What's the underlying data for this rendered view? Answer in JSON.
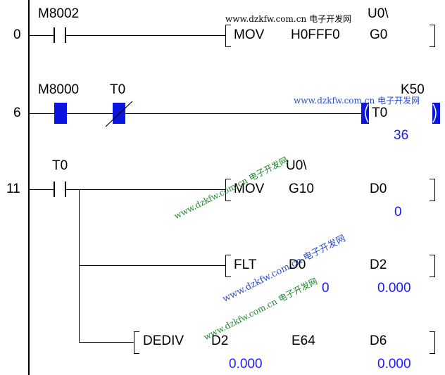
{
  "rungs": [
    {
      "step": "0",
      "contact": "M8002",
      "instruction": {
        "op": "MOV",
        "src": "H0FFF0",
        "dst": "G0",
        "dst_prefix": "U0\\"
      }
    },
    {
      "step": "6",
      "contacts": [
        "M8000",
        "T0"
      ],
      "coil": {
        "name": "T0",
        "setpoint": "K50",
        "current": "36"
      }
    },
    {
      "step": "11",
      "contact": "T0",
      "instructions": [
        {
          "op": "MOV",
          "src": "G10",
          "src_prefix": "U0\\",
          "dst": "D0",
          "dst_value": "0"
        },
        {
          "op": "FLT",
          "src": "D0",
          "src_value": "0",
          "dst": "D2",
          "dst_value": "0.000"
        },
        {
          "op": "DEDIV",
          "src1": "D2",
          "src1_value": "0.000",
          "src2": "E64",
          "dst": "D6",
          "dst_value": "0.000"
        }
      ]
    }
  ],
  "watermark": {
    "site": "www.dzkfw.com.cn",
    "name": "电子开发网"
  }
}
